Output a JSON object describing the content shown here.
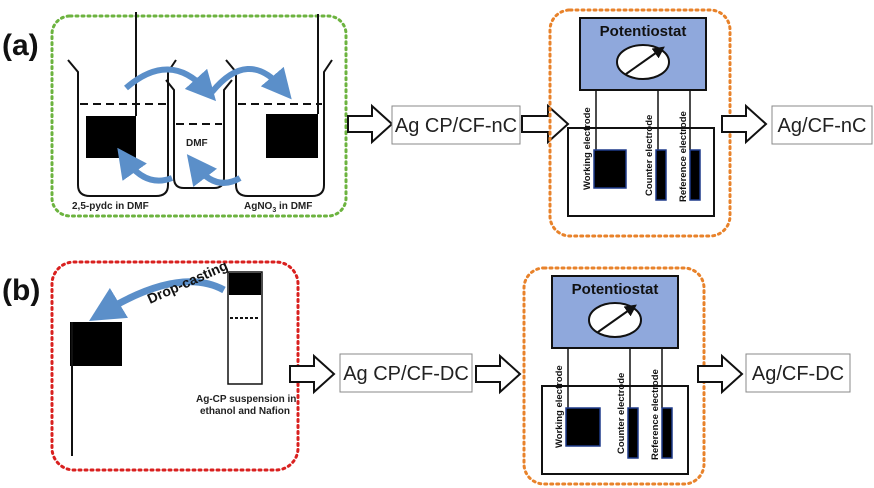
{
  "panel_a": {
    "label": "(a)",
    "beaker_left_label": "2,5-pydc in DMF",
    "beaker_right_label_main": "AgNO",
    "beaker_right_label_sub": "3",
    "beaker_right_label_rest": " in DMF",
    "middle_label": "DMF",
    "product_1": "Ag CP/CF-nC",
    "product_2": "Ag/CF-nC",
    "potentiostat": "Potentiostat",
    "working_electrode": "Working electrode",
    "counter_electrode": "Counter electrode",
    "reference_electrode": "Reference electrode"
  },
  "panel_b": {
    "label": "(b)",
    "drop_casting": "Drop-casting",
    "suspension_line1": "Ag-CP suspension in",
    "suspension_line2": "ethanol and Nafion",
    "product_1": "Ag CP/CF-DC",
    "product_2": "Ag/CF-DC",
    "potentiostat": "Potentiostat",
    "working_electrode": "Working electrode",
    "counter_electrode": "Counter electrode",
    "reference_electrode": "Reference electrode"
  },
  "colors": {
    "green_border": "#6cb33f",
    "orange_border": "#e8822a",
    "red_border": "#d9201f",
    "potentiostat_fill": "#8fa8dc",
    "curved_arrow": "#5b8fc9"
  }
}
